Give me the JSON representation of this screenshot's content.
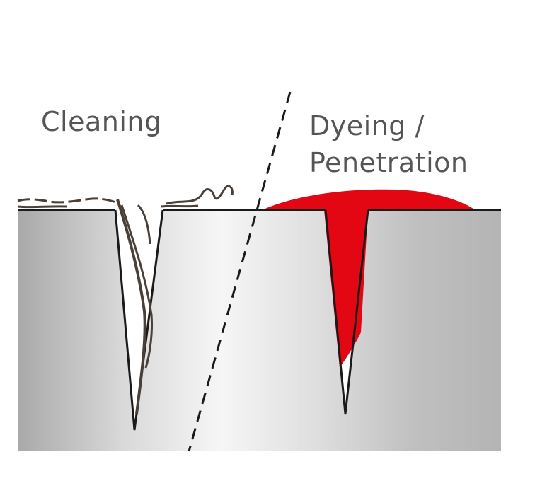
{
  "labels": {
    "cleaning": "Cleaning",
    "dyeing_line1": "Dyeing /",
    "dyeing_line2": "Penetration"
  },
  "colors": {
    "background": "#ffffff",
    "metal_light": "#f4f4f4",
    "metal_dark": "#a9a9a9",
    "dye": "#e30613",
    "residue": "#4a4038",
    "outline": "#1a1a1a",
    "text": "#555555"
  },
  "icons": {
    "left_panel": "cleaned-crack-with-residue",
    "right_panel": "dye-filled-crack",
    "divider": "dashed-diagonal-divider"
  }
}
